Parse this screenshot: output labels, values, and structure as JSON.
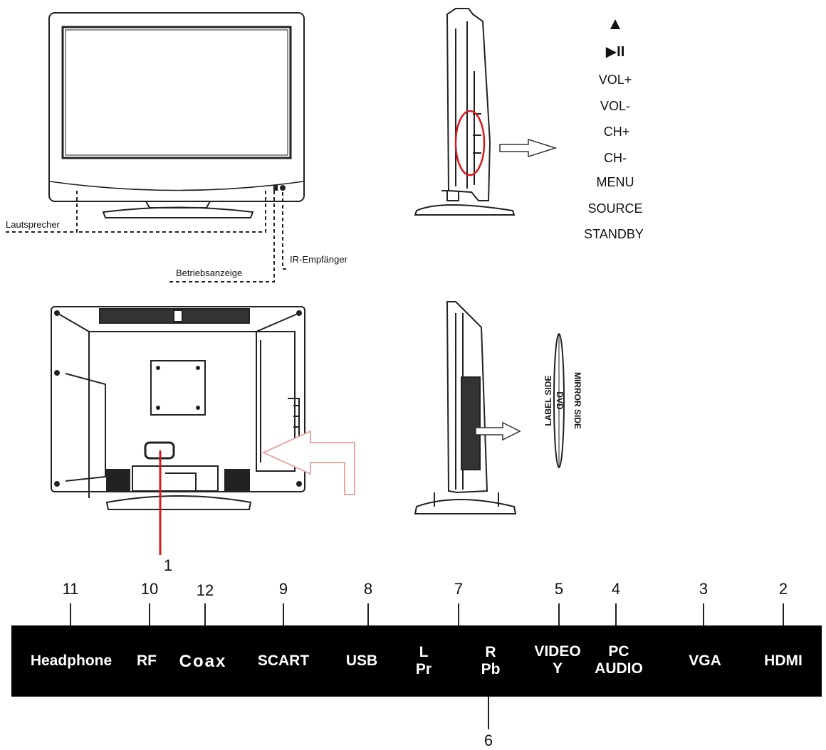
{
  "front": {
    "speaker_label": "Lautsprecher",
    "power_led_label": "Betriebsanzeige",
    "ir_label": "IR-Empfänger"
  },
  "side_controls": [
    {
      "id": "eject",
      "label": "▲",
      "icon": "eject-icon"
    },
    {
      "id": "play-pause",
      "label": "▶II",
      "icon": "play-pause-icon"
    },
    {
      "id": "vol-up",
      "label": "VOL+"
    },
    {
      "id": "vol-down",
      "label": "VOL-"
    },
    {
      "id": "ch-up",
      "label": "CH+"
    },
    {
      "id": "ch-down",
      "label": "CH-"
    },
    {
      "id": "menu",
      "label": "MENU"
    },
    {
      "id": "source",
      "label": "SOURCE"
    },
    {
      "id": "standby",
      "label": "STANDBY"
    }
  ],
  "disc": {
    "mirror": "MIRROR SIDE",
    "dvd": "DVD",
    "label": "LABEL SIDE"
  },
  "power_number": "1",
  "ports": [
    {
      "num": "11",
      "lines": [
        "Headphone"
      ]
    },
    {
      "num": "10",
      "lines": [
        "RF"
      ]
    },
    {
      "num": "12",
      "lines": [
        "Coax"
      ]
    },
    {
      "num": "9",
      "lines": [
        "SCART"
      ]
    },
    {
      "num": "8",
      "lines": [
        "USB"
      ]
    },
    {
      "num": "7",
      "lines": [
        "L",
        "Pr"
      ]
    },
    {
      "num": "6",
      "lines": [
        "R",
        "Pb"
      ]
    },
    {
      "num": "5",
      "lines": [
        "VIDEO",
        "Y"
      ]
    },
    {
      "num": "4",
      "lines": [
        "PC",
        "AUDIO"
      ]
    },
    {
      "num": "3",
      "lines": [
        "VGA"
      ]
    },
    {
      "num": "2",
      "lines": [
        "HDMI"
      ]
    }
  ],
  "colors": {
    "highlight_red": "#d71920",
    "arrow_red": "#e8a9a5",
    "bar": "#000000",
    "line": "#222222"
  }
}
